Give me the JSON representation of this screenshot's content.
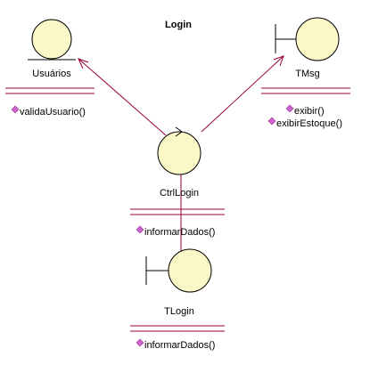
{
  "diagram": {
    "title": "Login",
    "colors": {
      "fill": "#fbf8c8",
      "stroke": "#000000",
      "connector": "#990033",
      "method_marker": "#cc66cc"
    },
    "classes": [
      {
        "id": "usuarios",
        "stereotype": "entity",
        "name": "Usuários",
        "methods": [
          "validaUsuario()"
        ]
      },
      {
        "id": "tmsg",
        "stereotype": "boundary",
        "name": "TMsg",
        "methods": [
          "exibir()",
          "exibirEstoque()"
        ]
      },
      {
        "id": "ctrllogin",
        "stereotype": "control",
        "name": "CtrlLogin",
        "methods": [
          "informarDados()"
        ]
      },
      {
        "id": "tlogin",
        "stereotype": "boundary",
        "name": "TLogin",
        "methods": [
          "informarDados()"
        ]
      }
    ],
    "associations": [
      {
        "from": "ctrllogin",
        "to": "usuarios"
      },
      {
        "from": "ctrllogin",
        "to": "tmsg"
      },
      {
        "from": "tlogin",
        "to": "ctrllogin"
      }
    ]
  }
}
